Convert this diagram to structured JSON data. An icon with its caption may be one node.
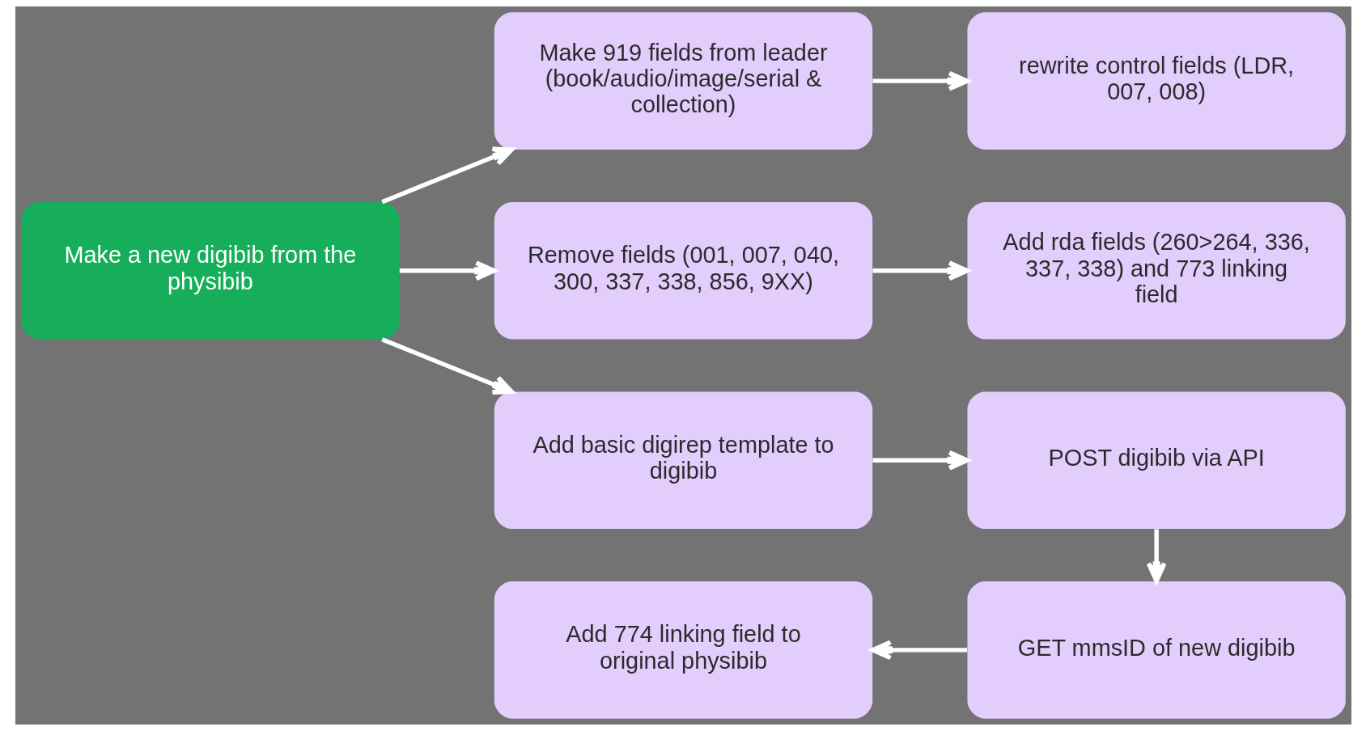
{
  "diagram": {
    "nodes": [
      {
        "text": [
          "Make a new digibib from the physibib"
        ]
      },
      {
        "text": [
          "Make 919 fields from leader (book/audio/image/serial & collection)"
        ]
      },
      {
        "text": [
          "rewrite control fields (LDR, 007, 008)"
        ]
      },
      {
        "text": [
          "Remove fields (001, 007, 040, 300, 337, 338, 856, 9XX)"
        ]
      },
      {
        "text": [
          "Add rda fields (260>264, 336, 337, 338) and 773 linking field"
        ]
      },
      {
        "text": [
          "Add basic digirep template to digibib"
        ]
      },
      {
        "text": [
          "POST digibib via API"
        ]
      },
      {
        "text": [
          "GET mmsID of new digibib"
        ]
      },
      {
        "text": [
          "Add 774 linking field to original physibib"
        ]
      }
    ],
    "edges": [
      {
        "from": 0,
        "to": 1,
        "arrow": "to"
      },
      {
        "from": 1,
        "to": 2,
        "arrow": "to"
      },
      {
        "from": 0,
        "to": 3,
        "arrow": "to"
      },
      {
        "from": 3,
        "to": 4,
        "arrow": "to"
      },
      {
        "from": 0,
        "to": 5,
        "arrow": "to"
      },
      {
        "from": 5,
        "to": 6,
        "arrow": "to"
      },
      {
        "from": 6,
        "to": 7,
        "arrow": "to"
      },
      {
        "from": 7,
        "to": 8,
        "arrow": "to"
      }
    ]
  }
}
